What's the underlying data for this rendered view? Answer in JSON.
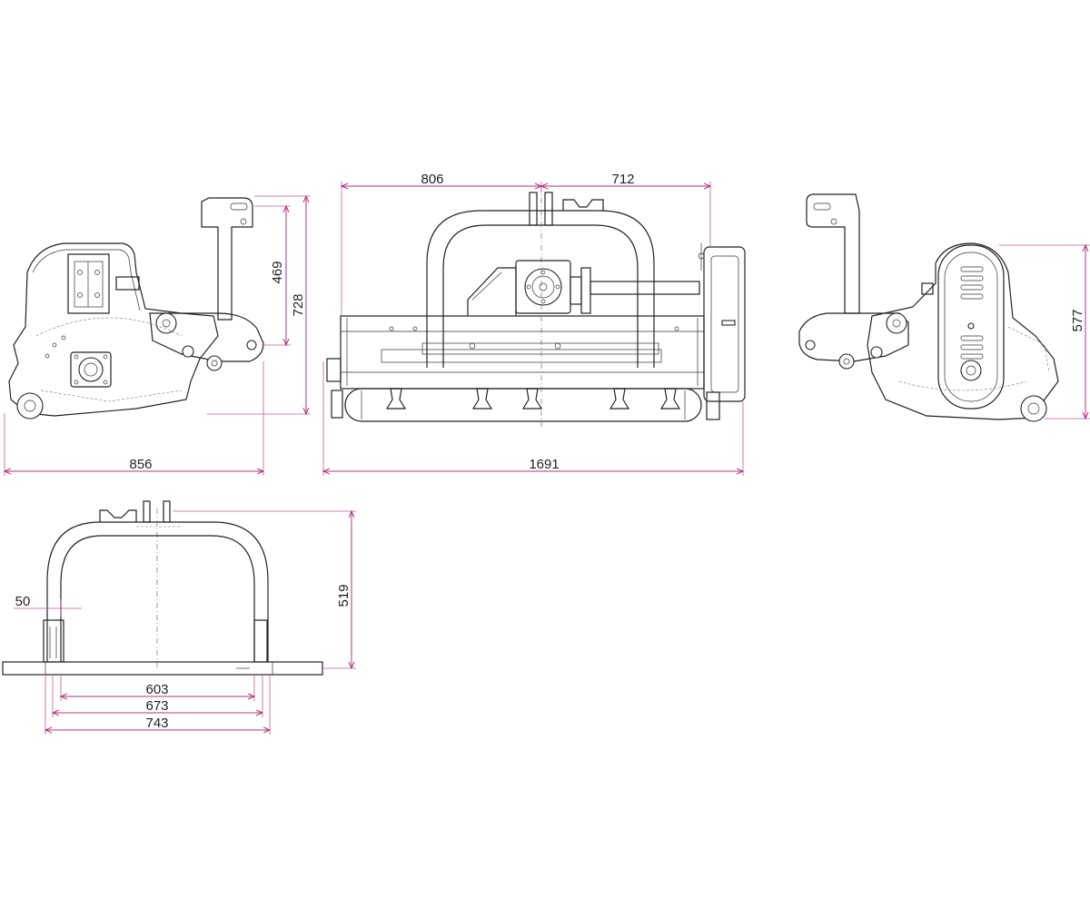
{
  "colors": {
    "dimension": "#b0337f",
    "outline": "#222222",
    "background": "#ffffff"
  },
  "views": {
    "left_side": {
      "dimensions": {
        "overall_length": "856",
        "hitch_height": "469",
        "overall_height": "728"
      }
    },
    "front": {
      "dimensions": {
        "left_offset": "806",
        "right_offset": "712",
        "overall_width": "1691"
      }
    },
    "right_side": {
      "dimensions": {
        "housing_height": "577"
      }
    },
    "top_hitch": {
      "dimensions": {
        "pin_offset": "50",
        "height": "519",
        "inner_width": "603",
        "mid_width": "673",
        "outer_width": "743"
      }
    }
  }
}
